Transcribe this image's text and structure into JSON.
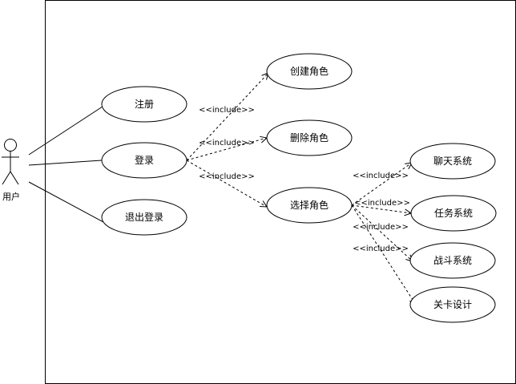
{
  "actor": {
    "label": "用户"
  },
  "use_cases": {
    "register": "注册",
    "login": "登录",
    "logout": "退出登录",
    "create_role": "创建角色",
    "delete_role": "删除角色",
    "select_role": "选择角色",
    "chat": "聊天系统",
    "task": "任务系统",
    "battle": "战斗系统",
    "level": "关卡设计"
  },
  "relations": {
    "include_label": "<<include>>"
  },
  "colors": {
    "stroke": "#000000",
    "fill": "#ffffff"
  }
}
